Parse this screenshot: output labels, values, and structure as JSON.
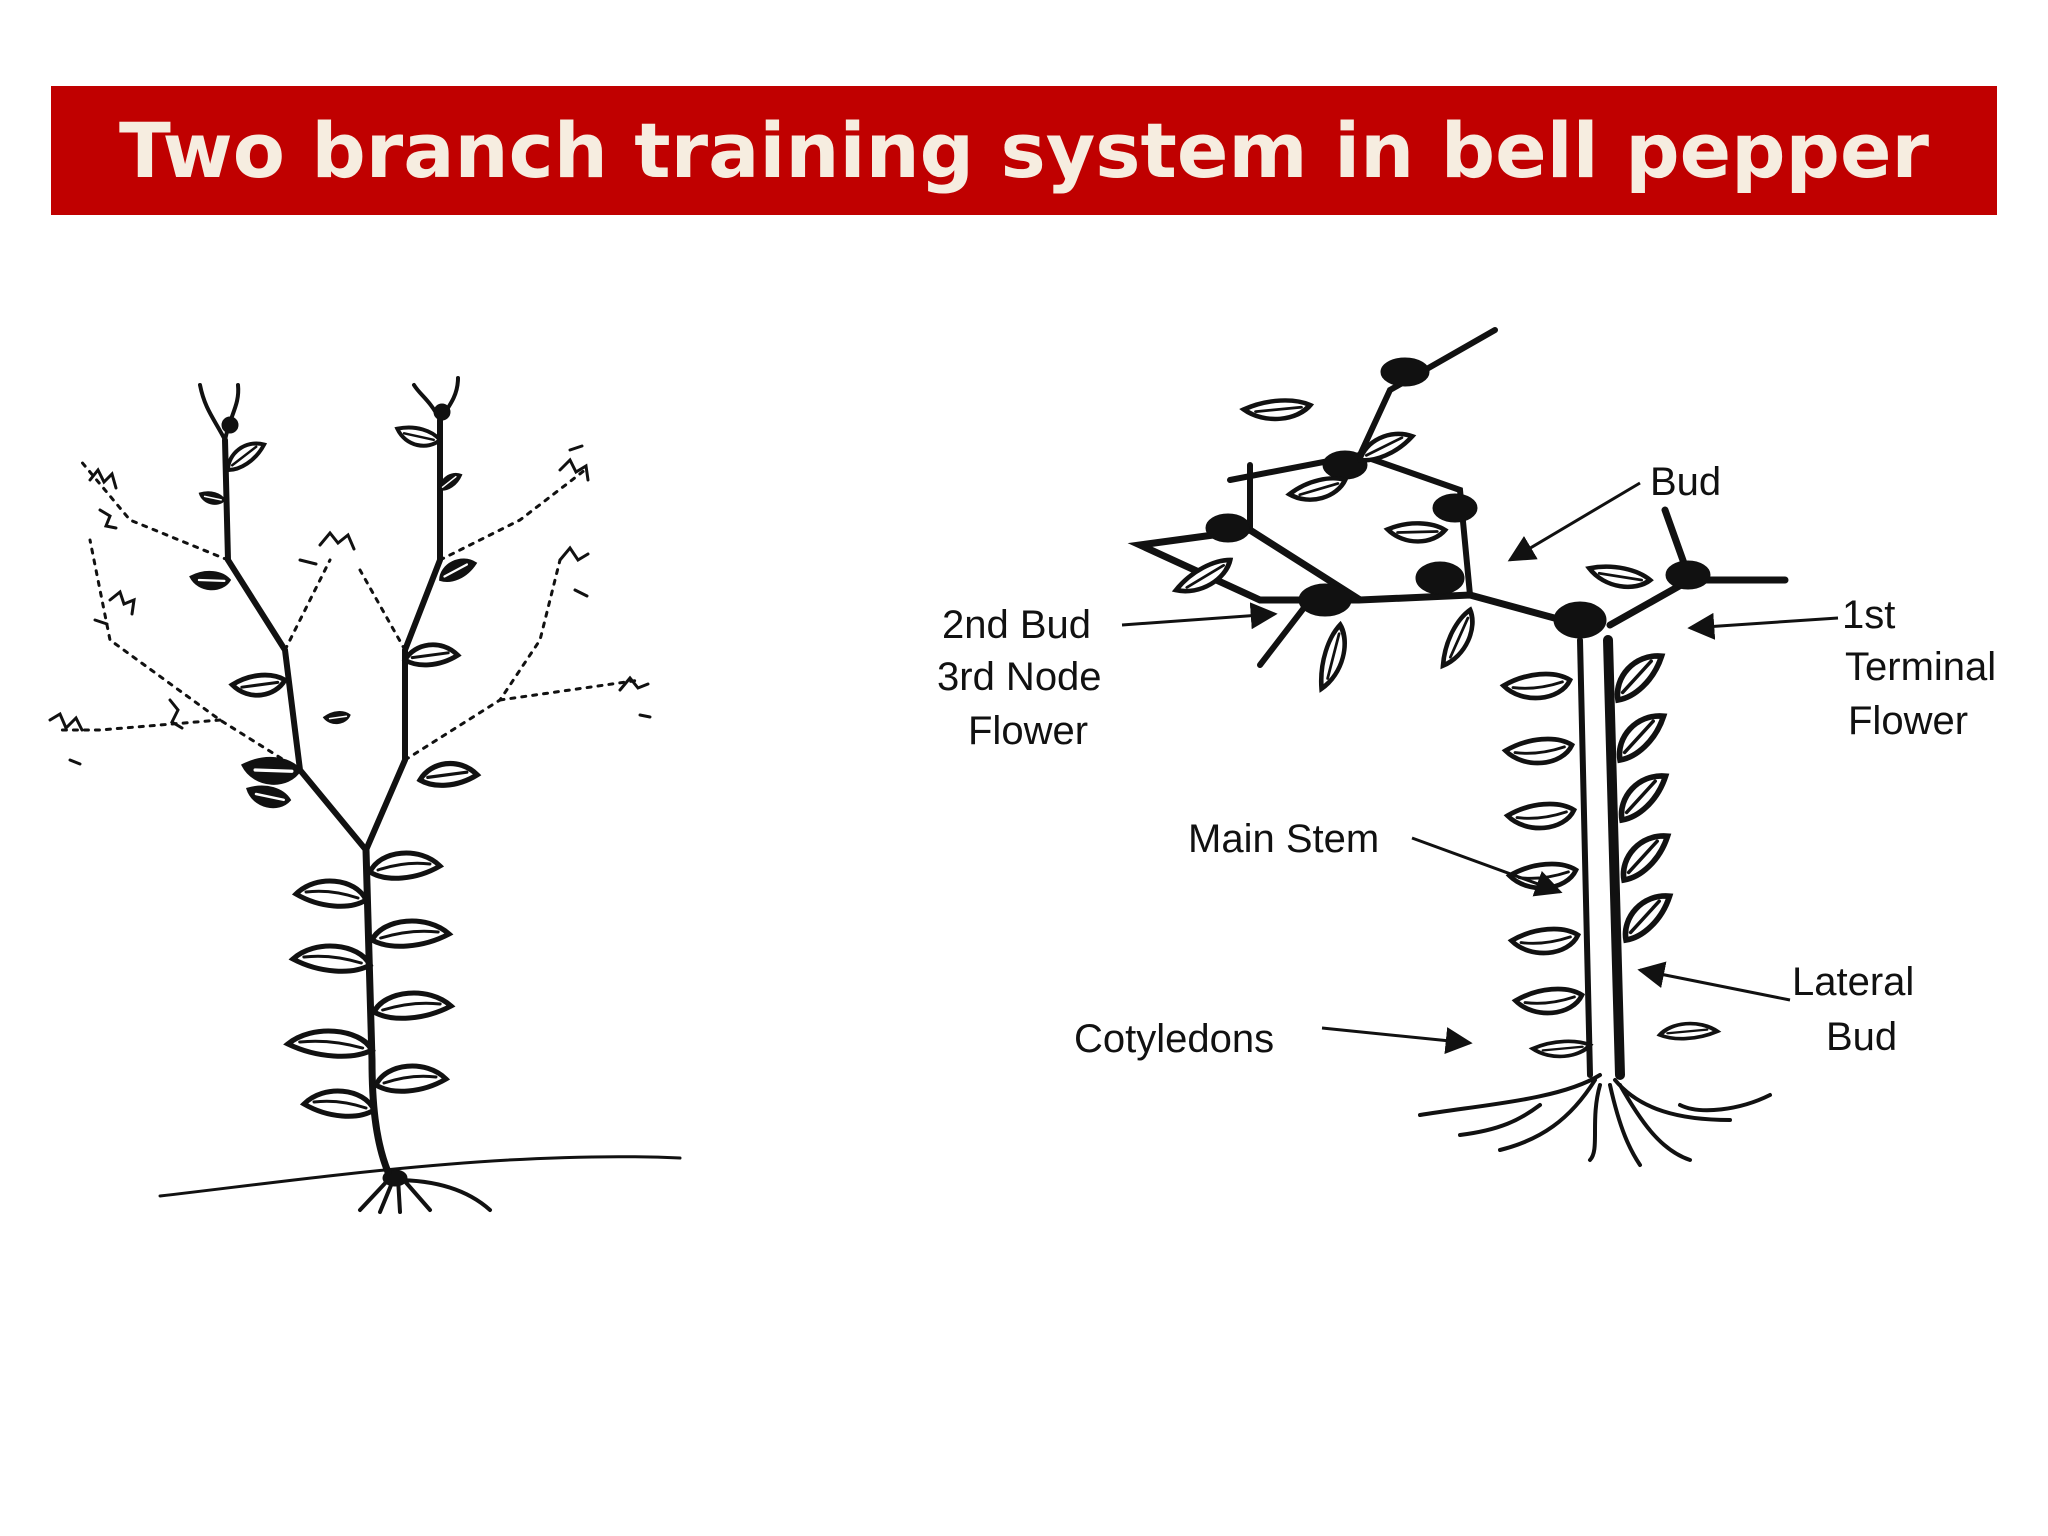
{
  "title": "Two branch training system in bell pepper",
  "labels": {
    "bud": "Bud",
    "second_bud_line1": "2nd Bud",
    "second_bud_line2": "3rd Node",
    "second_bud_line3": "Flower",
    "first_terminal_line1": "1st",
    "first_terminal_line2": "Terminal",
    "first_terminal_line3": "Flower",
    "main_stem": "Main Stem",
    "lateral_bud_line1": "Lateral",
    "lateral_bud_line2": "Bud",
    "cotyledons": "Cotyledons"
  },
  "colors": {
    "title_bar": "#c00000",
    "title_text": "#f6ede0",
    "ink": "#111111"
  }
}
